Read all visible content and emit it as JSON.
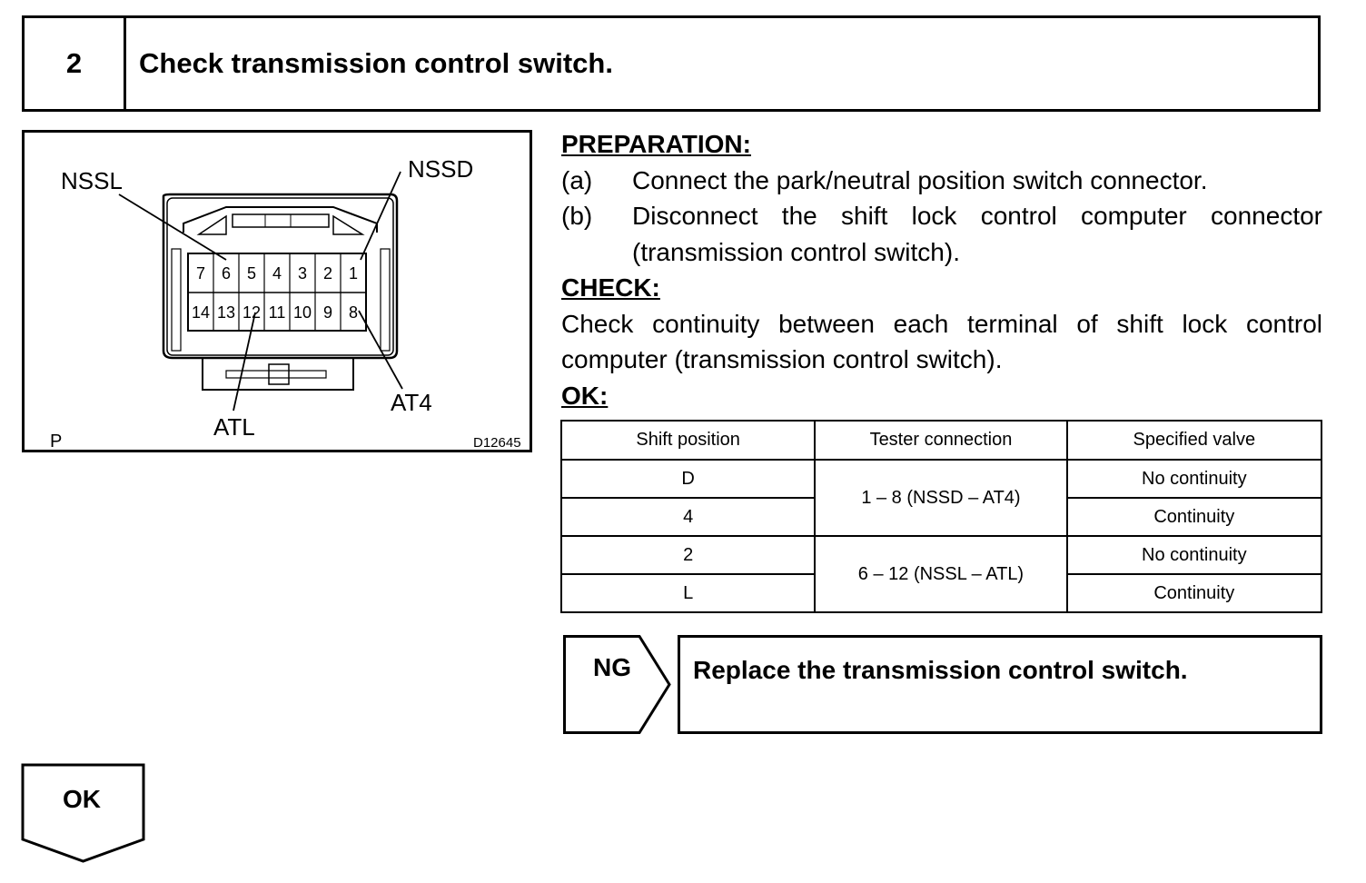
{
  "step": {
    "number": "2",
    "title": "Check transmission control switch."
  },
  "figure": {
    "labels": {
      "nssl": "NSSL",
      "nssd": "NSSD",
      "at4": "AT4",
      "atl": "ATL",
      "corner": "P",
      "code": "D12645"
    },
    "terminals_top": [
      "7",
      "6",
      "5",
      "4",
      "3",
      "2",
      "1"
    ],
    "terminals_bottom": [
      "14",
      "13",
      "12",
      "11",
      "10",
      "9",
      "8"
    ]
  },
  "preparation": {
    "heading": "PREPARATION:",
    "steps": [
      {
        "label": "(a)",
        "text": "Connect the park/neutral position switch connector."
      },
      {
        "label": "(b)",
        "text": "Disconnect the shift lock control computer connector (transmission control switch)."
      }
    ]
  },
  "check": {
    "heading": "CHECK:",
    "text": "Check continuity between each terminal of shift lock control computer (transmission control switch)."
  },
  "ok_section": {
    "heading": "OK:"
  },
  "table": {
    "headers": [
      "Shift position",
      "Tester connection",
      "Specified valve"
    ],
    "rows": [
      {
        "position": "D",
        "connection": "1 – 8 (NSSD – AT4)",
        "spec": "No continuity"
      },
      {
        "position": "4",
        "spec": "Continuity"
      },
      {
        "position": "2",
        "connection": "6 – 12 (NSSL – ATL)",
        "spec": "No continuity"
      },
      {
        "position": "L",
        "spec": "Continuity"
      }
    ]
  },
  "ng": {
    "label": "NG",
    "action": "Replace the transmission control switch."
  },
  "ok": {
    "label": "OK"
  }
}
